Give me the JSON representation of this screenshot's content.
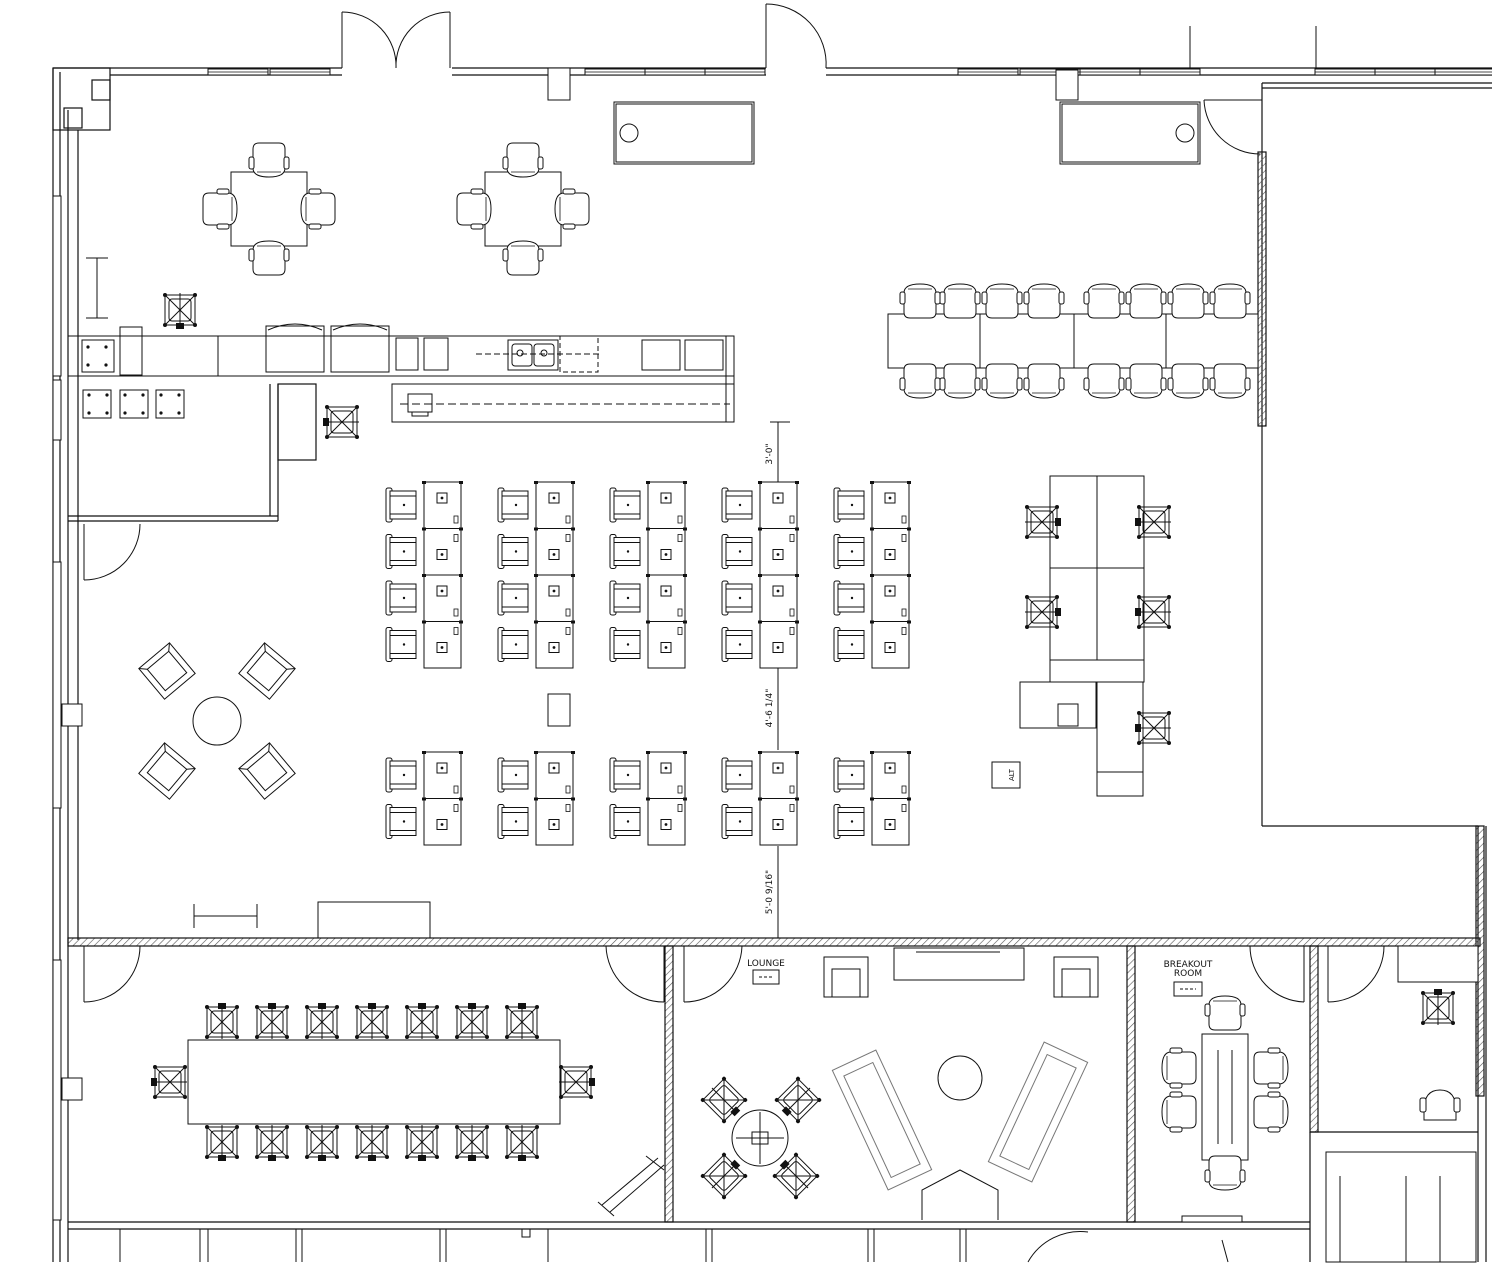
{
  "rooms": {
    "lounge": "LOUNGE",
    "breakout_line1": "BREAKOUT",
    "breakout_line2": "ROOM"
  },
  "dimensions": {
    "top": "3'-0\"",
    "middle": "4'-6 1/4\"",
    "bottom": "5'-0 9/16\""
  },
  "equipment": {
    "alt_tag": "ALT"
  },
  "colors": {
    "line": "#111111",
    "hatch": "#555555",
    "background": "#ffffff"
  }
}
